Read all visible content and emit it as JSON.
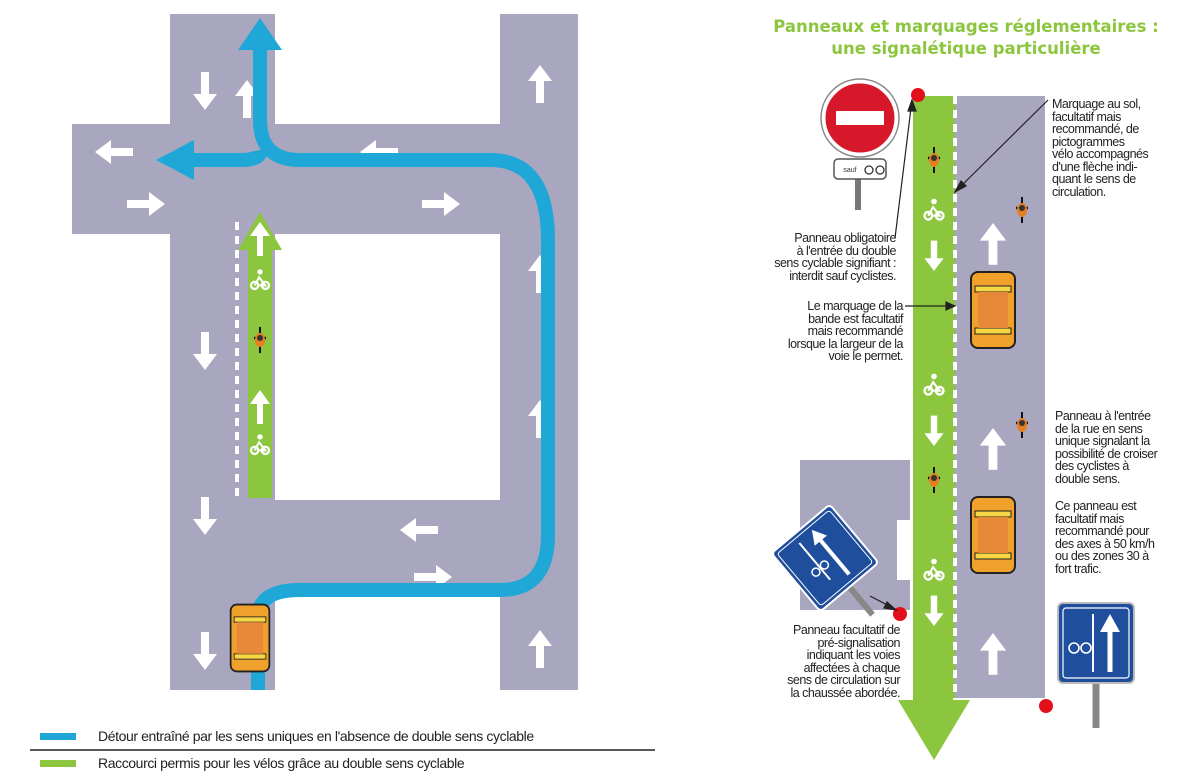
{
  "legend": {
    "detour": "Détour entraîné par les sens uniques en l'absence de double sens cyclable",
    "shortcut": "Raccourci permis pour les vélos grâce au double sens cyclable"
  },
  "right_panel": {
    "title_line1": "Panneaux et marquages réglementaires :",
    "title_line2": "une signalétique particulière",
    "annotation_marking": "Marquage au sol,\nfacultatif mais\nrecommandé, de\npictogrammes\nvélo accompagnés\nd'une flèche indi-\nquant le sens de\ncirculation.",
    "annotation_sign_required": "Panneau obligatoire\nà l'entrée du double\nsens cyclable signifiant :\ninterdit sauf cyclistes.",
    "annotation_lane": "Le marquage de la\nbande est facultatif\nmais recommandé\nlorsque la largeur de la\nvoie le permet.",
    "annotation_entry_sign": "Panneau à l'entrée\nde la rue en sens\nunique signalant la\npossibilité de croiser\ndes cyclistes à\ndouble sens.",
    "annotation_optional_sign": "Ce panneau est\nfacultatif mais\nrecommandé pour\ndes axes à 50 km/h\nou des zones 30 à\nfort trafic.",
    "annotation_presignal": "Panneau facultatif de\npré-signalisation\nindiquant les voies\naffectées à chaque\nsens de circulation sur\nla chaussée abordée.",
    "sign_plate_text": "sauf"
  },
  "colors": {
    "road": "#a9a6bf",
    "detour": "#1ea7d7",
    "cycle_lane": "#8cc63f",
    "car_body": "#f39c12",
    "sign_blue": "#1f4e9c",
    "sign_red": "#d7182a",
    "dot_red": "#e3101c"
  }
}
